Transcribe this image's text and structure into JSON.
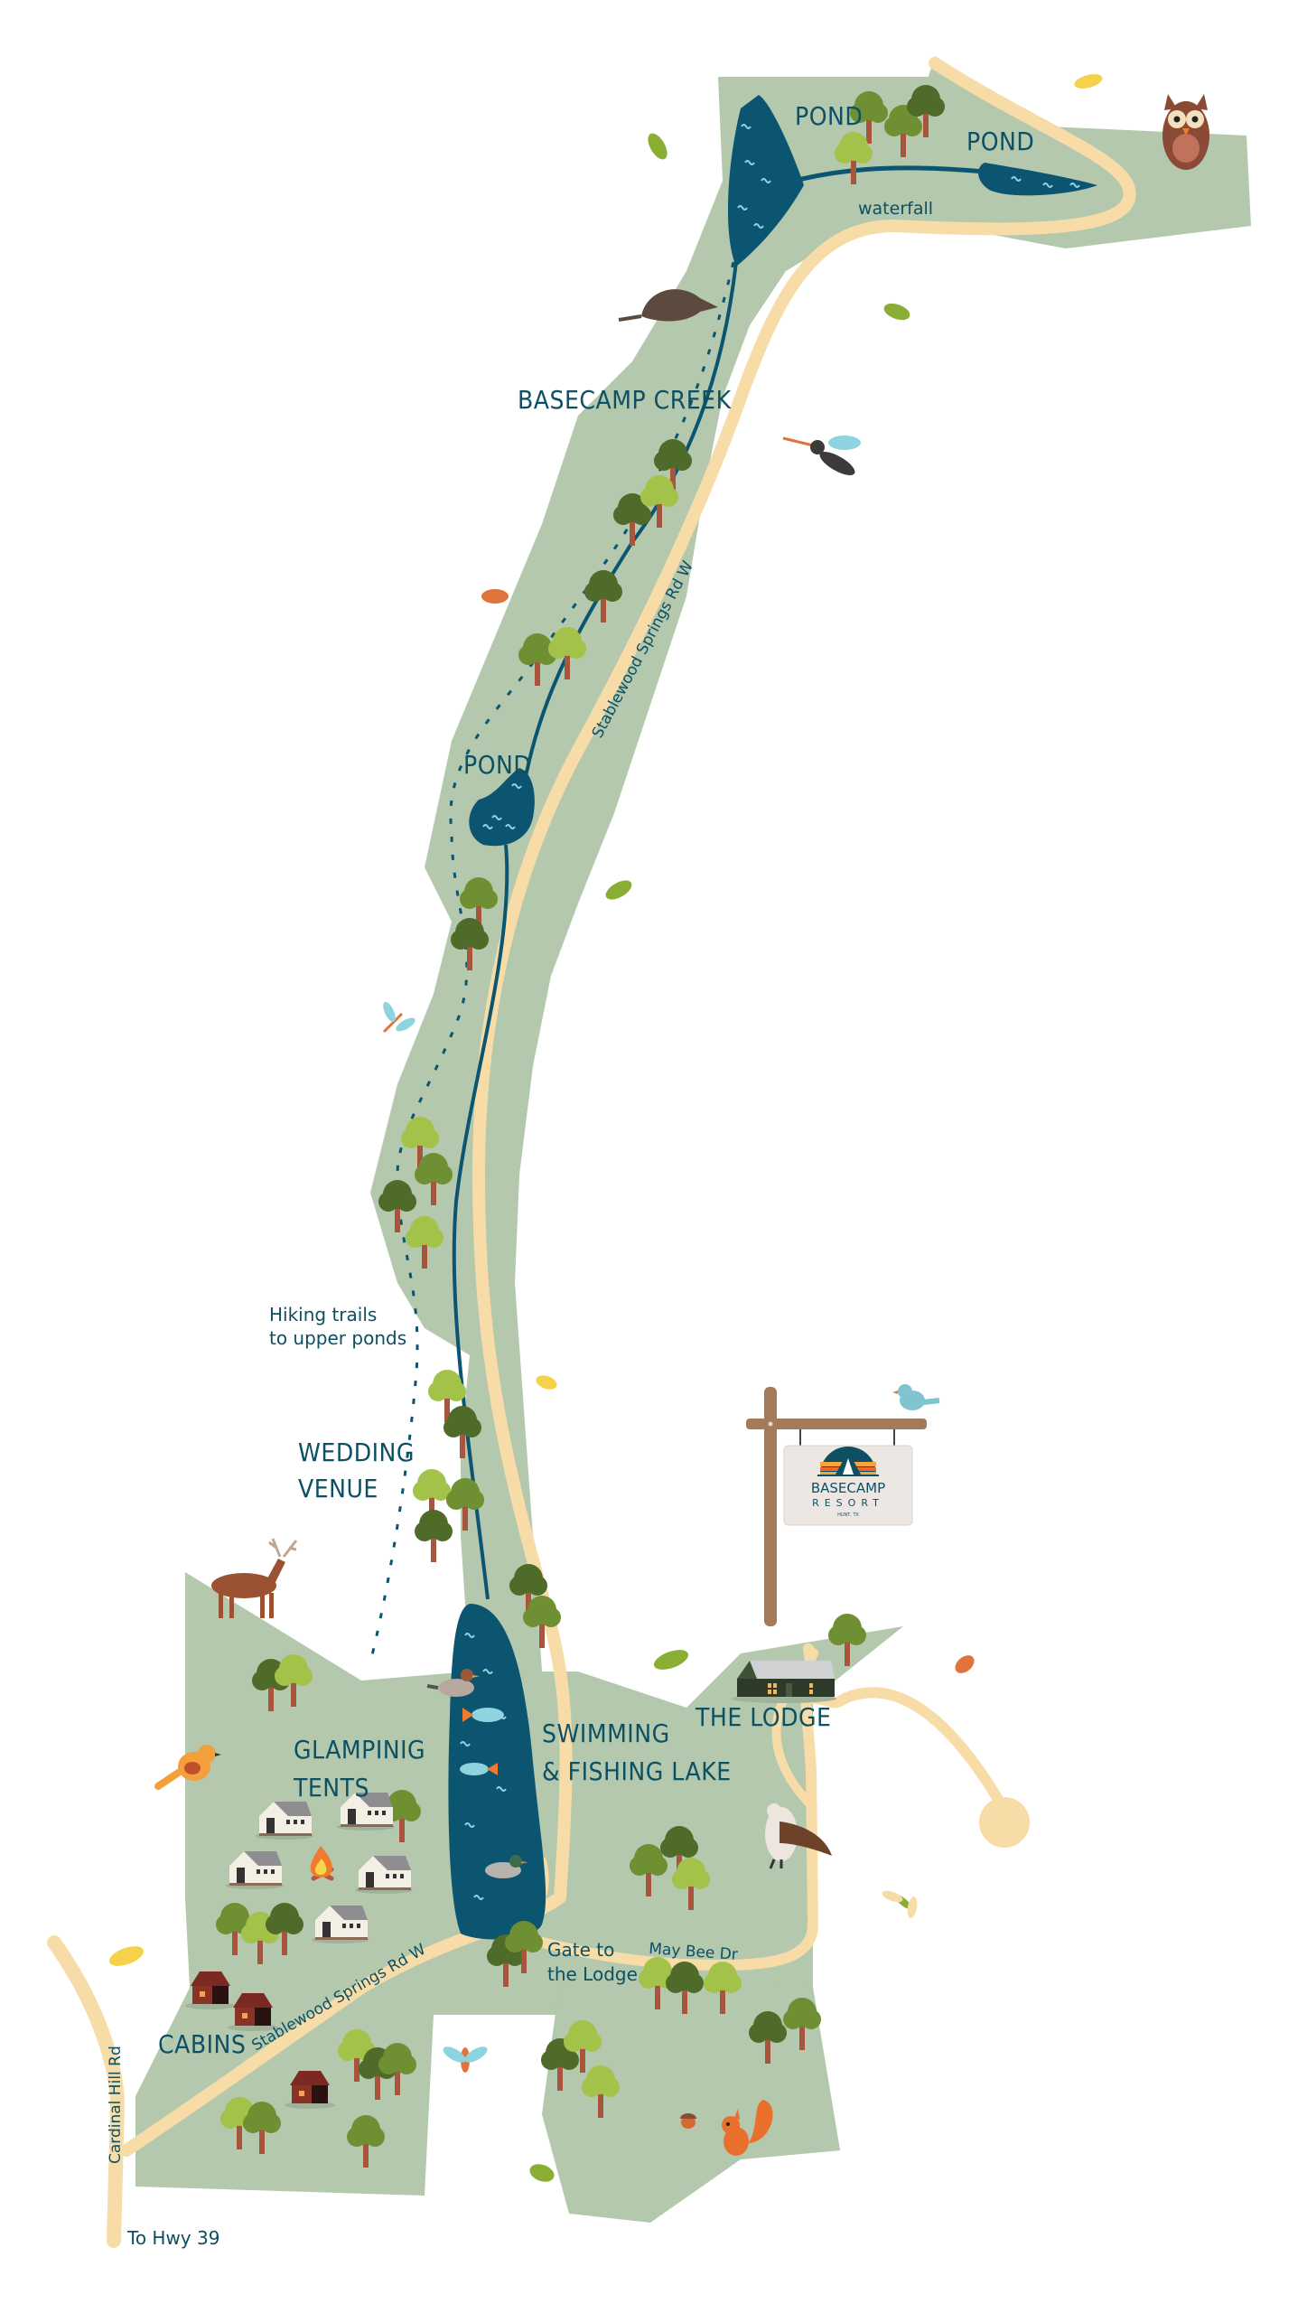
{
  "colors": {
    "land": "#b3c8ad",
    "water": "#0c5570",
    "road": "#f7dca8",
    "label": "#0d4f63",
    "tree_dark": "#4f6b2a",
    "tree_mid": "#6f8f33",
    "tree_light": "#a3c24a",
    "trunk": "#a8553e",
    "cabin": "#7a2a22",
    "lodge": "#2d3a2a"
  },
  "labels": {
    "pond_top_left": "POND",
    "pond_top_right": "POND",
    "waterfall": "waterfall",
    "basecamp_creek": "BASECAMP CREEK",
    "road_north": "Stablewood Springs Rd W",
    "pond_middle": "POND",
    "hiking_trails_line1": "Hiking trails",
    "hiking_trails_line2": "to upper ponds",
    "wedding_line1": "WEDDING",
    "wedding_line2": "VENUE",
    "glamping_line1": "GLAMPINIG",
    "glamping_line2": "TENTS",
    "lake_line1": "SWIMMING",
    "lake_line2": "& FISHING LAKE",
    "lodge": "THE LODGE",
    "gate_line1": "Gate to",
    "gate_line2": "the Lodge",
    "may_bee": "May Bee Dr",
    "cabins": "CABINS",
    "road_south": "Stablewood Springs Rd W",
    "cardinal": "Cardinal Hill Rd",
    "to_hwy": "To Hwy 39"
  },
  "sign": {
    "line1": "BASECAMP",
    "line2": "RESORT",
    "line3": "HUNT, TX"
  },
  "icons": [
    "owl-icon",
    "armadillo-icon",
    "mosquito-icon",
    "dragonfly-icon",
    "deer-icon",
    "duck-icon",
    "fish-icon",
    "orange-bird-icon",
    "blue-bird-icon",
    "osprey-icon",
    "squirrel-icon",
    "acorn-icon",
    "campfire-icon",
    "glamping-tent-icon",
    "cabin-icon",
    "lodge-icon",
    "tree-icon",
    "leaf-icon",
    "resort-sign-icon"
  ]
}
